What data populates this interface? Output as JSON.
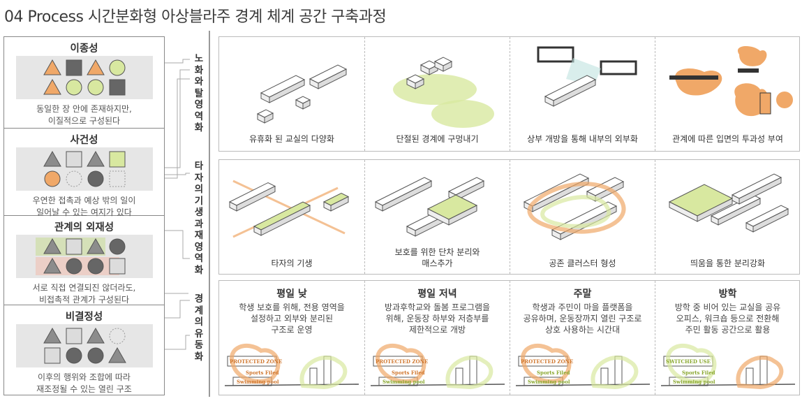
{
  "title": "04 Process 시간분화형 아상블라주 경계 체계 공간 구축과정",
  "colors": {
    "orange": "#f0a868",
    "green": "#d8e8a0",
    "dark": "#666666",
    "gray": "#8c8c8c",
    "light": "#dcdcdc"
  },
  "left": [
    {
      "title": "이종성",
      "desc": [
        "동일한 장 안에 존재하지만,",
        "이질적으로 구성된다"
      ],
      "shapes": [
        [
          "tri",
          "orange"
        ],
        [
          "sq",
          "dark"
        ],
        [
          "tri",
          "orange"
        ],
        [
          "ci",
          "green"
        ],
        [
          "tri",
          "orange"
        ],
        [
          "ci",
          "green"
        ],
        [
          "ci",
          "green"
        ],
        [
          "sq",
          "dark"
        ]
      ]
    },
    {
      "title": "사건성",
      "desc": [
        "우연한 접촉과 예상 밖의 일이",
        "일어날 수 있는 여지가 있다"
      ],
      "shapes": [
        [
          "tri",
          "gray"
        ],
        [
          "sq",
          "light"
        ],
        [
          "tri",
          "gray"
        ],
        [
          "sq",
          "green"
        ],
        [
          "ci",
          "orange"
        ],
        [
          "ci",
          "dashed"
        ],
        [
          "ci",
          "dark"
        ],
        [
          "sq",
          "dashed"
        ]
      ]
    },
    {
      "title": "관계의 외재성",
      "desc": [
        "서로 직접 연결되진 않더라도,",
        "비접촉적 관계가 구성된다"
      ],
      "shapes": [
        [
          "tri",
          "gray"
        ],
        [
          "sq",
          "light"
        ],
        [
          "tri",
          "gray"
        ],
        [
          "ci",
          "dark"
        ],
        [
          "tri",
          "gray"
        ],
        [
          "ci",
          "dark"
        ],
        [
          "ci",
          "dark"
        ],
        [
          "sq",
          "light"
        ]
      ]
    },
    {
      "title": "비결정성",
      "desc": [
        "이후의 행위와 조합에 따라",
        "재조정될 수 있는 열린 구조"
      ],
      "shapes": [
        [
          "tri",
          "gray"
        ],
        [
          "sq",
          "light"
        ],
        [
          "tri",
          "gray"
        ],
        [
          "ci",
          "dashed"
        ],
        [
          "sq",
          "light"
        ],
        [
          "ci",
          "dark"
        ],
        [
          "ci",
          "dark"
        ],
        [
          "tri",
          "gray"
        ]
      ]
    }
  ],
  "phases": [
    "노화와탈영역화",
    "타자의기생과재영역화",
    "경계의유동화"
  ],
  "row1": [
    "유휴화 된 교실의 다양화",
    "단절된 경계에 구멍내기",
    "상부 개방을 통해 내부의 외부화",
    "관계에 따른 입면의 투과성 부여"
  ],
  "row2": [
    [
      "타자의 기생"
    ],
    [
      "보호를 위한 단차 분리와",
      "매스추가"
    ],
    [
      "공존 클러스터 형성"
    ],
    [
      "띄움을 통한 분리강화"
    ]
  ],
  "row3": [
    {
      "title": "평일 낮",
      "text": [
        "학생 보호를 위해, 전용 영역을",
        "설정하고 외부와 분리된",
        "구조로 운영"
      ],
      "zone": "PROTECTED ZONE"
    },
    {
      "title": "평일 저녁",
      "text": [
        "방과후학교와 돌봄 프로그램을",
        "위해, 운동장 하부와 저층부를",
        "제한적으로 개방"
      ],
      "zone": "PROTECTED ZONE"
    },
    {
      "title": "주말",
      "text": [
        "학생과 주민이 마을 플랫폼을",
        "공유하며, 운동장까지 열린 구조로",
        "상호 사용하는 시간대"
      ],
      "zone": "PROTECTED ZONE"
    },
    {
      "title": "방학",
      "text": [
        "방학 중 비어 있는 교실을 공유",
        "오피스, 워크숍 등으로 전환해",
        "주민 활동 공간으로 활용"
      ],
      "zone": "SWITCHED USE"
    }
  ],
  "sketch": {
    "sports": "Sports Filed",
    "pool": "Swimming pool"
  }
}
